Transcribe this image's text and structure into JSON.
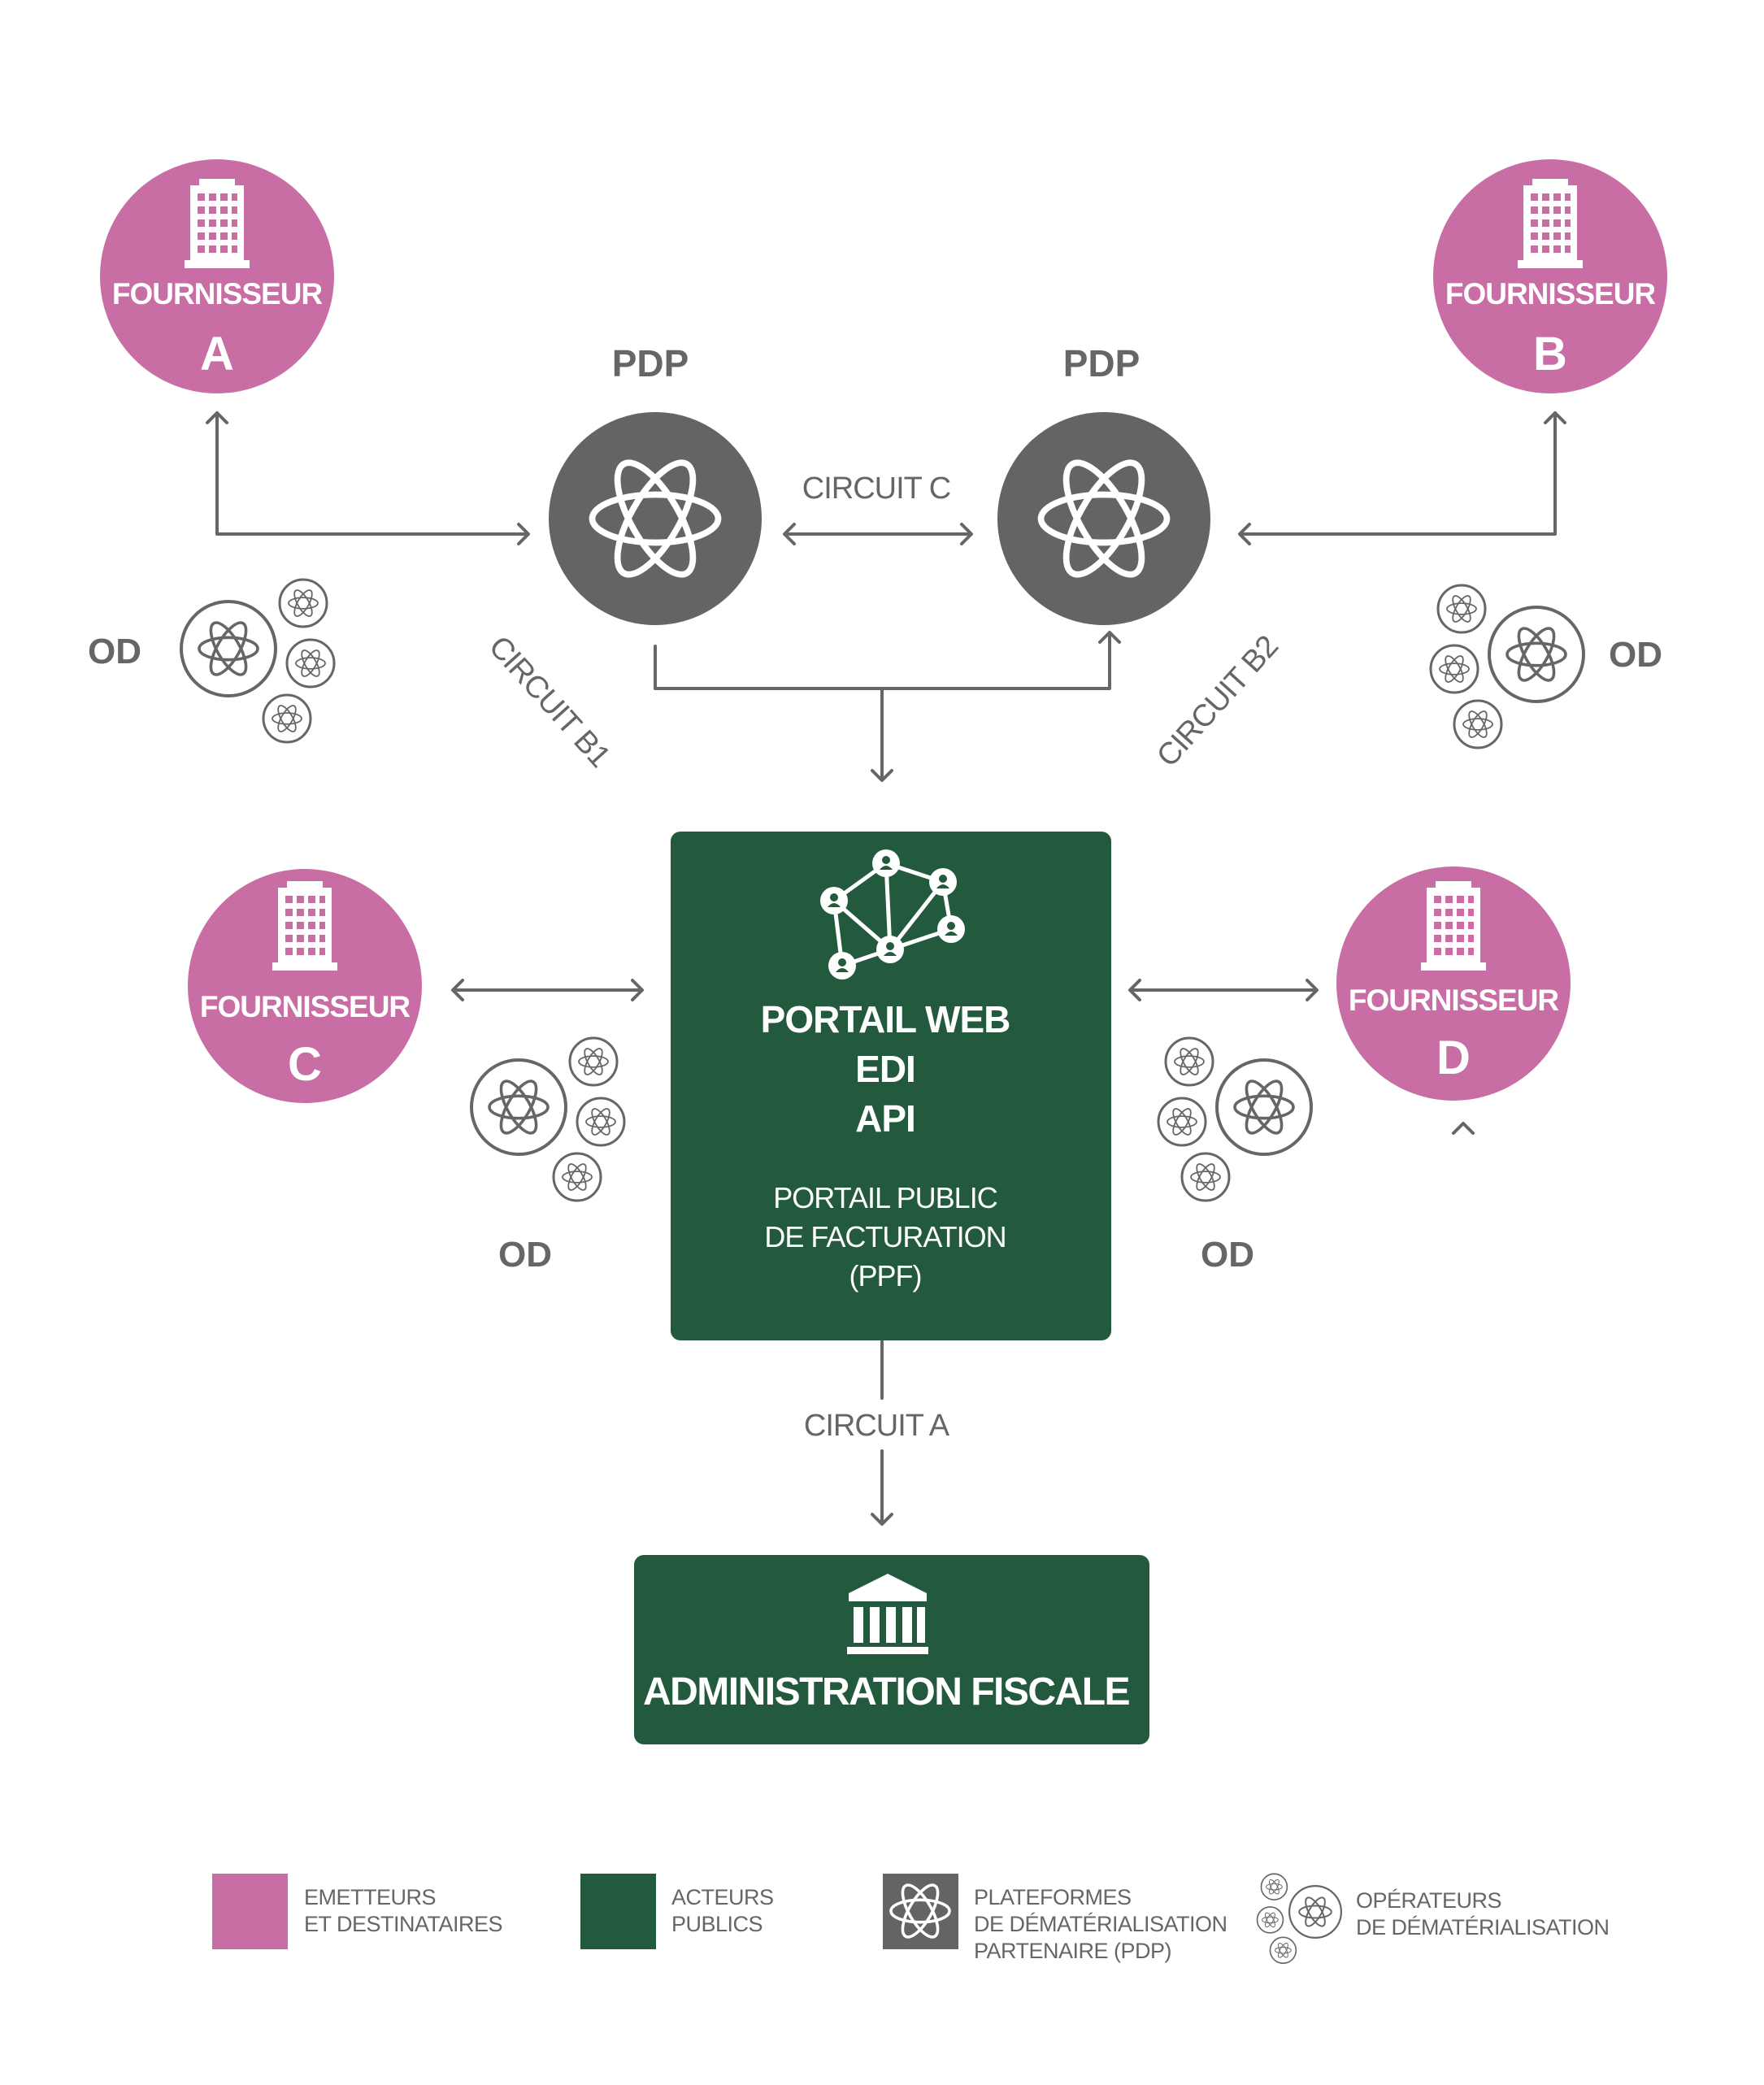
{
  "colors": {
    "supplier": "#c86ea4",
    "public": "#235a3e",
    "pdp": "#646464",
    "line": "#666666",
    "text_grey": "#666666",
    "white": "#ffffff"
  },
  "icons": {
    "supplier": "building-icon",
    "pdp": "atom-icon",
    "od": "atom-cluster-icon",
    "ppf": "network-users-icon",
    "administration": "government-building-icon"
  },
  "suppliers": [
    {
      "name": "FOURNISSEUR",
      "letter": "A"
    },
    {
      "name": "FOURNISSEUR",
      "letter": "B"
    },
    {
      "name": "FOURNISSEUR",
      "letter": "C"
    },
    {
      "name": "FOURNISSEUR",
      "letter": "D"
    }
  ],
  "pdp": {
    "left_label": "PDP",
    "right_label": "PDP"
  },
  "od_label": "OD",
  "circuits": {
    "a": "CIRCUIT A",
    "b1": "CIRCUIT B1",
    "b2": "CIRCUIT B2",
    "c": "CIRCUIT C"
  },
  "ppf": {
    "lines": [
      "PORTAIL WEB",
      "EDI",
      "API"
    ],
    "sub_lines": [
      "PORTAIL PUBLIC",
      "DE FACTURATION",
      "(PPF)"
    ]
  },
  "administration": {
    "label": "ADMINISTRATION FISCALE"
  },
  "legend": [
    {
      "lines": [
        "EMETTEURS",
        "ET DESTINATAIRES"
      ],
      "icon": "pink-square"
    },
    {
      "lines": [
        "ACTEURS",
        "PUBLICS"
      ],
      "icon": "green-square"
    },
    {
      "lines": [
        "PLATEFORMES",
        "DE DÉMATÉRIALISATION",
        "PARTENAIRE (PDP)"
      ],
      "icon": "atom-icon"
    },
    {
      "lines": [
        "OPÉRATEURS",
        "DE DÉMATÉRIALISATION"
      ],
      "icon": "atom-cluster-icon"
    }
  ]
}
